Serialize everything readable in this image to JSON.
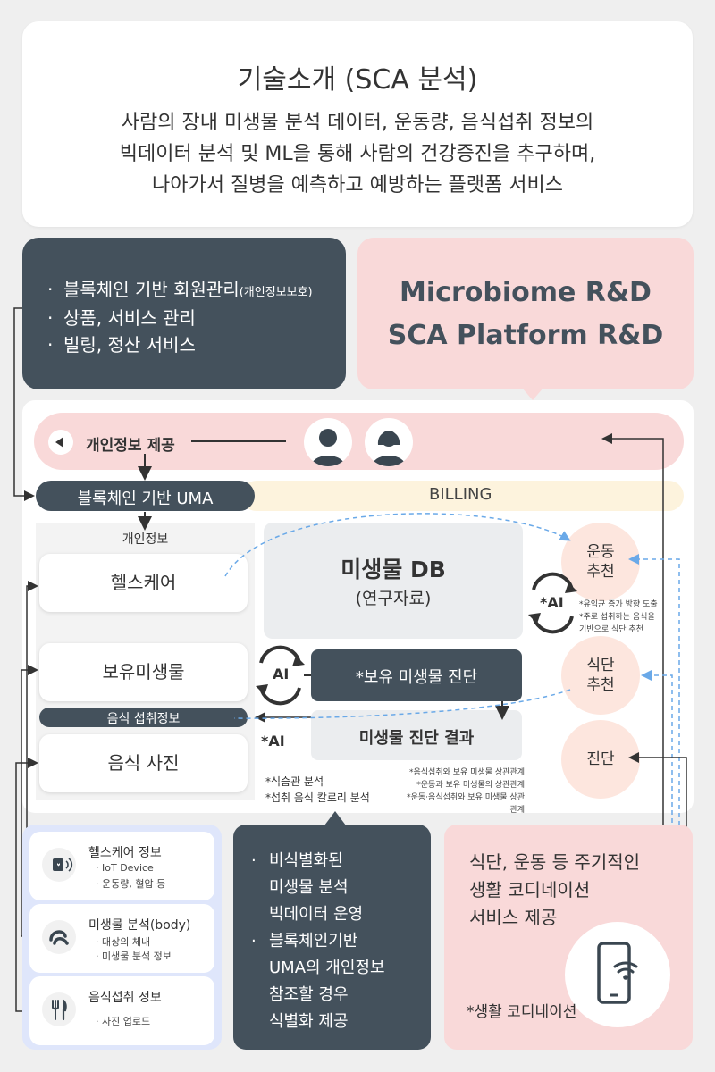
{
  "intro": {
    "title": "기술소개 (SCA 분석)",
    "lines": [
      "사람의 장내 미생물 분석 데이터, 운동량, 음식섭취 정보의",
      "빅데이터 분석 및 ML을 통해 사람의 건강증진을 추구하며,",
      "나아가서 질병을 예측하고 예방하는 플랫폼 서비스"
    ]
  },
  "admin_box": {
    "items": [
      {
        "dot": "·",
        "text": "블록체인 기반 회원관리",
        "note": "(개인정보보호)"
      },
      {
        "dot": "·",
        "text": "상품, 서비스 관리",
        "note": ""
      },
      {
        "dot": "·",
        "text": "빌링, 정산 서비스",
        "note": ""
      }
    ]
  },
  "rnd_box": {
    "line1": "Microbiome R&D",
    "line2": "SCA Platform R&D"
  },
  "flow": {
    "private_info_label": "개인정보 제공",
    "uma_label": "블록체인 기반 UMA",
    "billing_label": "BILLING",
    "personal_info_caption": "개인정보",
    "inputs": [
      "헬스케어",
      "보유미생물",
      "음식 사진"
    ],
    "intake_label": "음식 섭취정보",
    "db_title": "미생물 DB",
    "db_sub": "(연구자료)",
    "diagnosis_label": "*보유 미생물 진단",
    "result_label": "미생물 진단 결과",
    "ai_labels": [
      "*AI",
      "AI",
      "*AI"
    ],
    "food_notes": [
      "*식습관 분석",
      "*섭취 음식 칼로리 분석"
    ],
    "result_notes": [
      "*음식섭취와 보유 미생물 상관관계",
      "*운동과 보유 미생물의 상관관계",
      "*운동·음식섭취와 보유 미생물 상관관계"
    ],
    "rec_notes": [
      "*유익균 증가 방향 도출",
      "*주로 섭취하는 음식을",
      "기반으로 식단 추천"
    ],
    "outputs": [
      {
        "line1": "운동",
        "line2": "추천"
      },
      {
        "line1": "식단",
        "line2": "추천"
      },
      {
        "line1": "진단",
        "line2": ""
      }
    ]
  },
  "features": [
    {
      "icon": "smartwatch-icon",
      "title": "헬스케어 정보",
      "subs": [
        "IoT Device",
        "운동량, 혈압 등"
      ]
    },
    {
      "icon": "microbe-icon",
      "title": "미생물 분석(body)",
      "subs": [
        "대상의 체내",
        "미생물 분석 정보"
      ]
    },
    {
      "icon": "fork-knife-icon",
      "title": "음식섭취 정보",
      "subs": [
        "사진 업로드"
      ]
    }
  ],
  "privacy_box": {
    "items": [
      {
        "dot": "·",
        "lines": [
          "비식별화된",
          "미생물 분석",
          "빅데이터 운영"
        ]
      },
      {
        "dot": "·",
        "lines": [
          "블록체인기반",
          "UMA의 개인정보",
          "참조할 경우",
          "식별화 제공"
        ]
      }
    ]
  },
  "coordination_box": {
    "lines": [
      "식단, 운동 등 주기적인",
      "생활 코디네이션",
      "서비스 제공"
    ],
    "note": "*생활 코디네이션"
  },
  "colors": {
    "dark": "#44515c",
    "pink": "#f9d9d9",
    "peach": "#fde6de",
    "light_blue": "#dfe6fb",
    "cream": "#fdf3dd"
  }
}
